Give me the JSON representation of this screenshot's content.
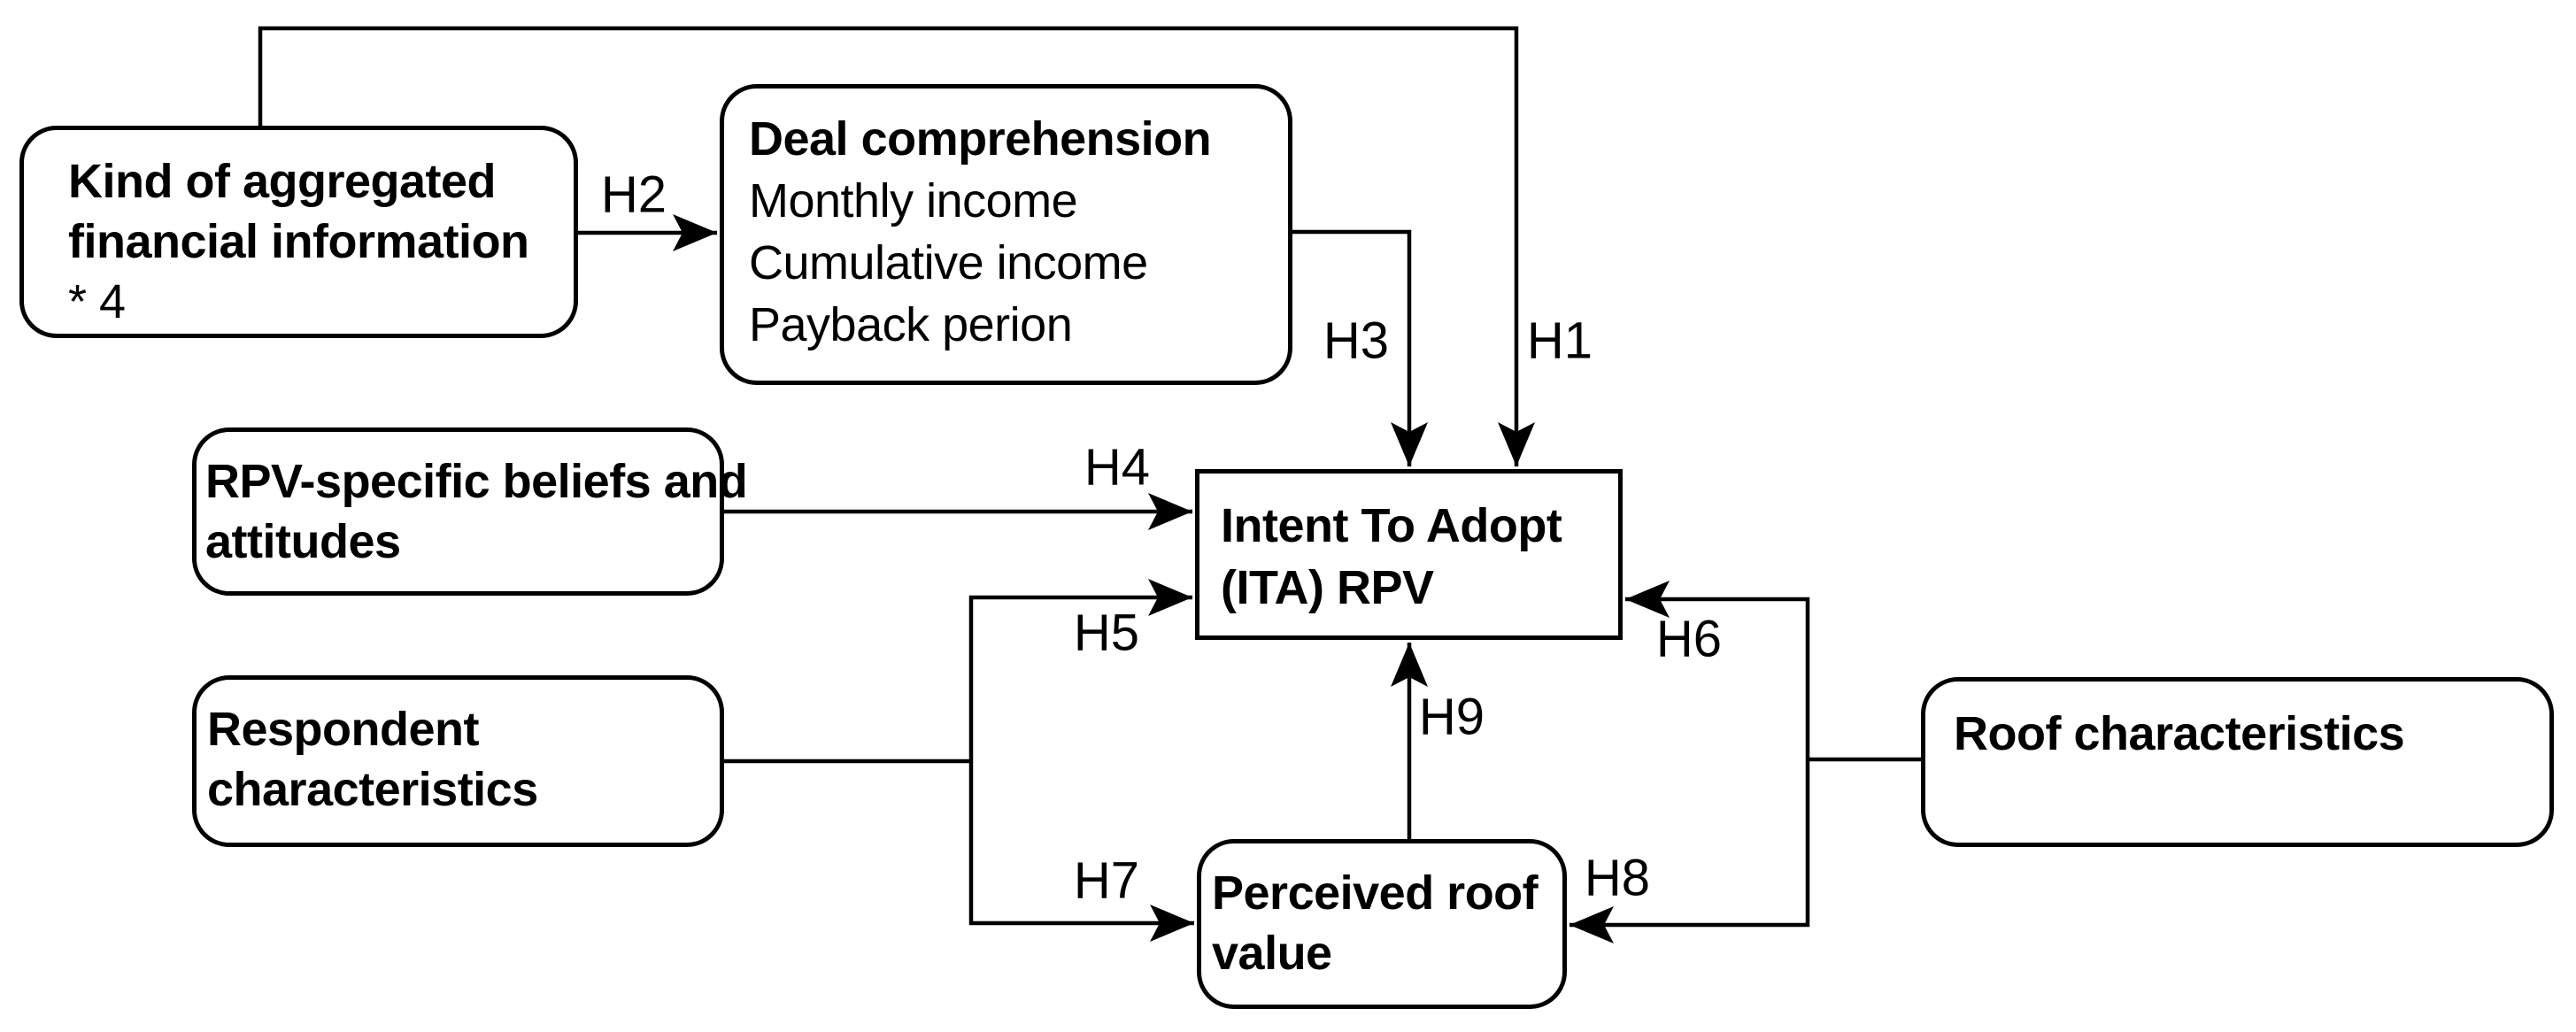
{
  "canvas": {
    "background": "#ffffff",
    "stroke_color": "#000000"
  },
  "nodes": {
    "kind_of_info": {
      "line1": "Kind of aggregated",
      "line2": "financial information",
      "note": "* 4"
    },
    "deal_comprehension": {
      "title": "Deal comprehension",
      "item1": "Monthly income",
      "item2": "Cumulative income",
      "item3": "Payback perion"
    },
    "rpv_beliefs": {
      "line1": "RPV-specific beliefs and",
      "line2": "attitudes"
    },
    "respondent": {
      "line1": "Respondent",
      "line2": "characteristics"
    },
    "intent_to_adopt": {
      "line1": "Intent To Adopt",
      "line2": "(ITA) RPV"
    },
    "perceived_roof_value": {
      "line1": "Perceived roof",
      "line2": "value"
    },
    "roof_characteristics": {
      "line1": "Roof characteristics"
    }
  },
  "edge_labels": {
    "h1": "H1",
    "h2": "H2",
    "h3": "H3",
    "h4": "H4",
    "h5": "H5",
    "h6": "H6",
    "h7": "H7",
    "h8": "H8",
    "h9": "H9"
  }
}
